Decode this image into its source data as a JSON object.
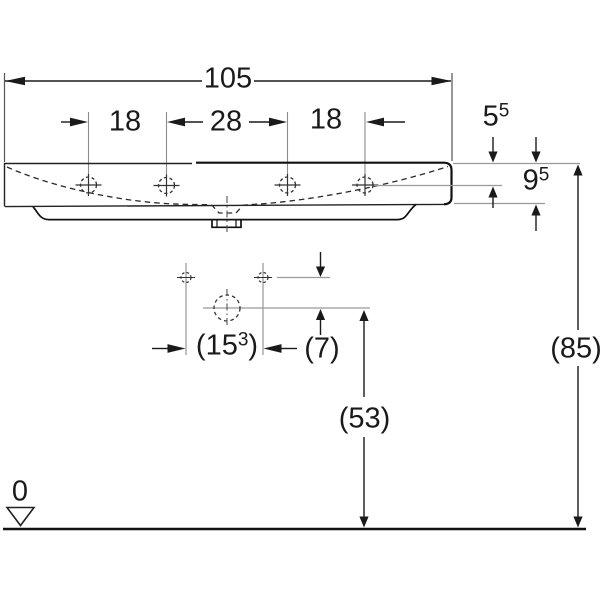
{
  "drawing": {
    "type": "washbasin technical dimension drawing",
    "colors": {
      "background": "#ffffff",
      "outline": "#111111",
      "dimension": "#1a1a1a",
      "extension_line": "#8c8c8c"
    },
    "labels": {
      "overall_width": "105",
      "hole_spacing_left": "18",
      "hole_spacing_center": "28",
      "hole_spacing_right": "18",
      "rim_to_hole_height": {
        "main": "5",
        "sup": "5"
      },
      "rim_to_base_height": {
        "main": "9",
        "sup": "5"
      },
      "fixing_span": {
        "pre": "(15",
        "sup": "3",
        "post": ")"
      },
      "hole_to_trap_offset": "(7)",
      "trap_center_height": "(53)",
      "rim_height": "(85)",
      "datum_zero": "0"
    }
  }
}
